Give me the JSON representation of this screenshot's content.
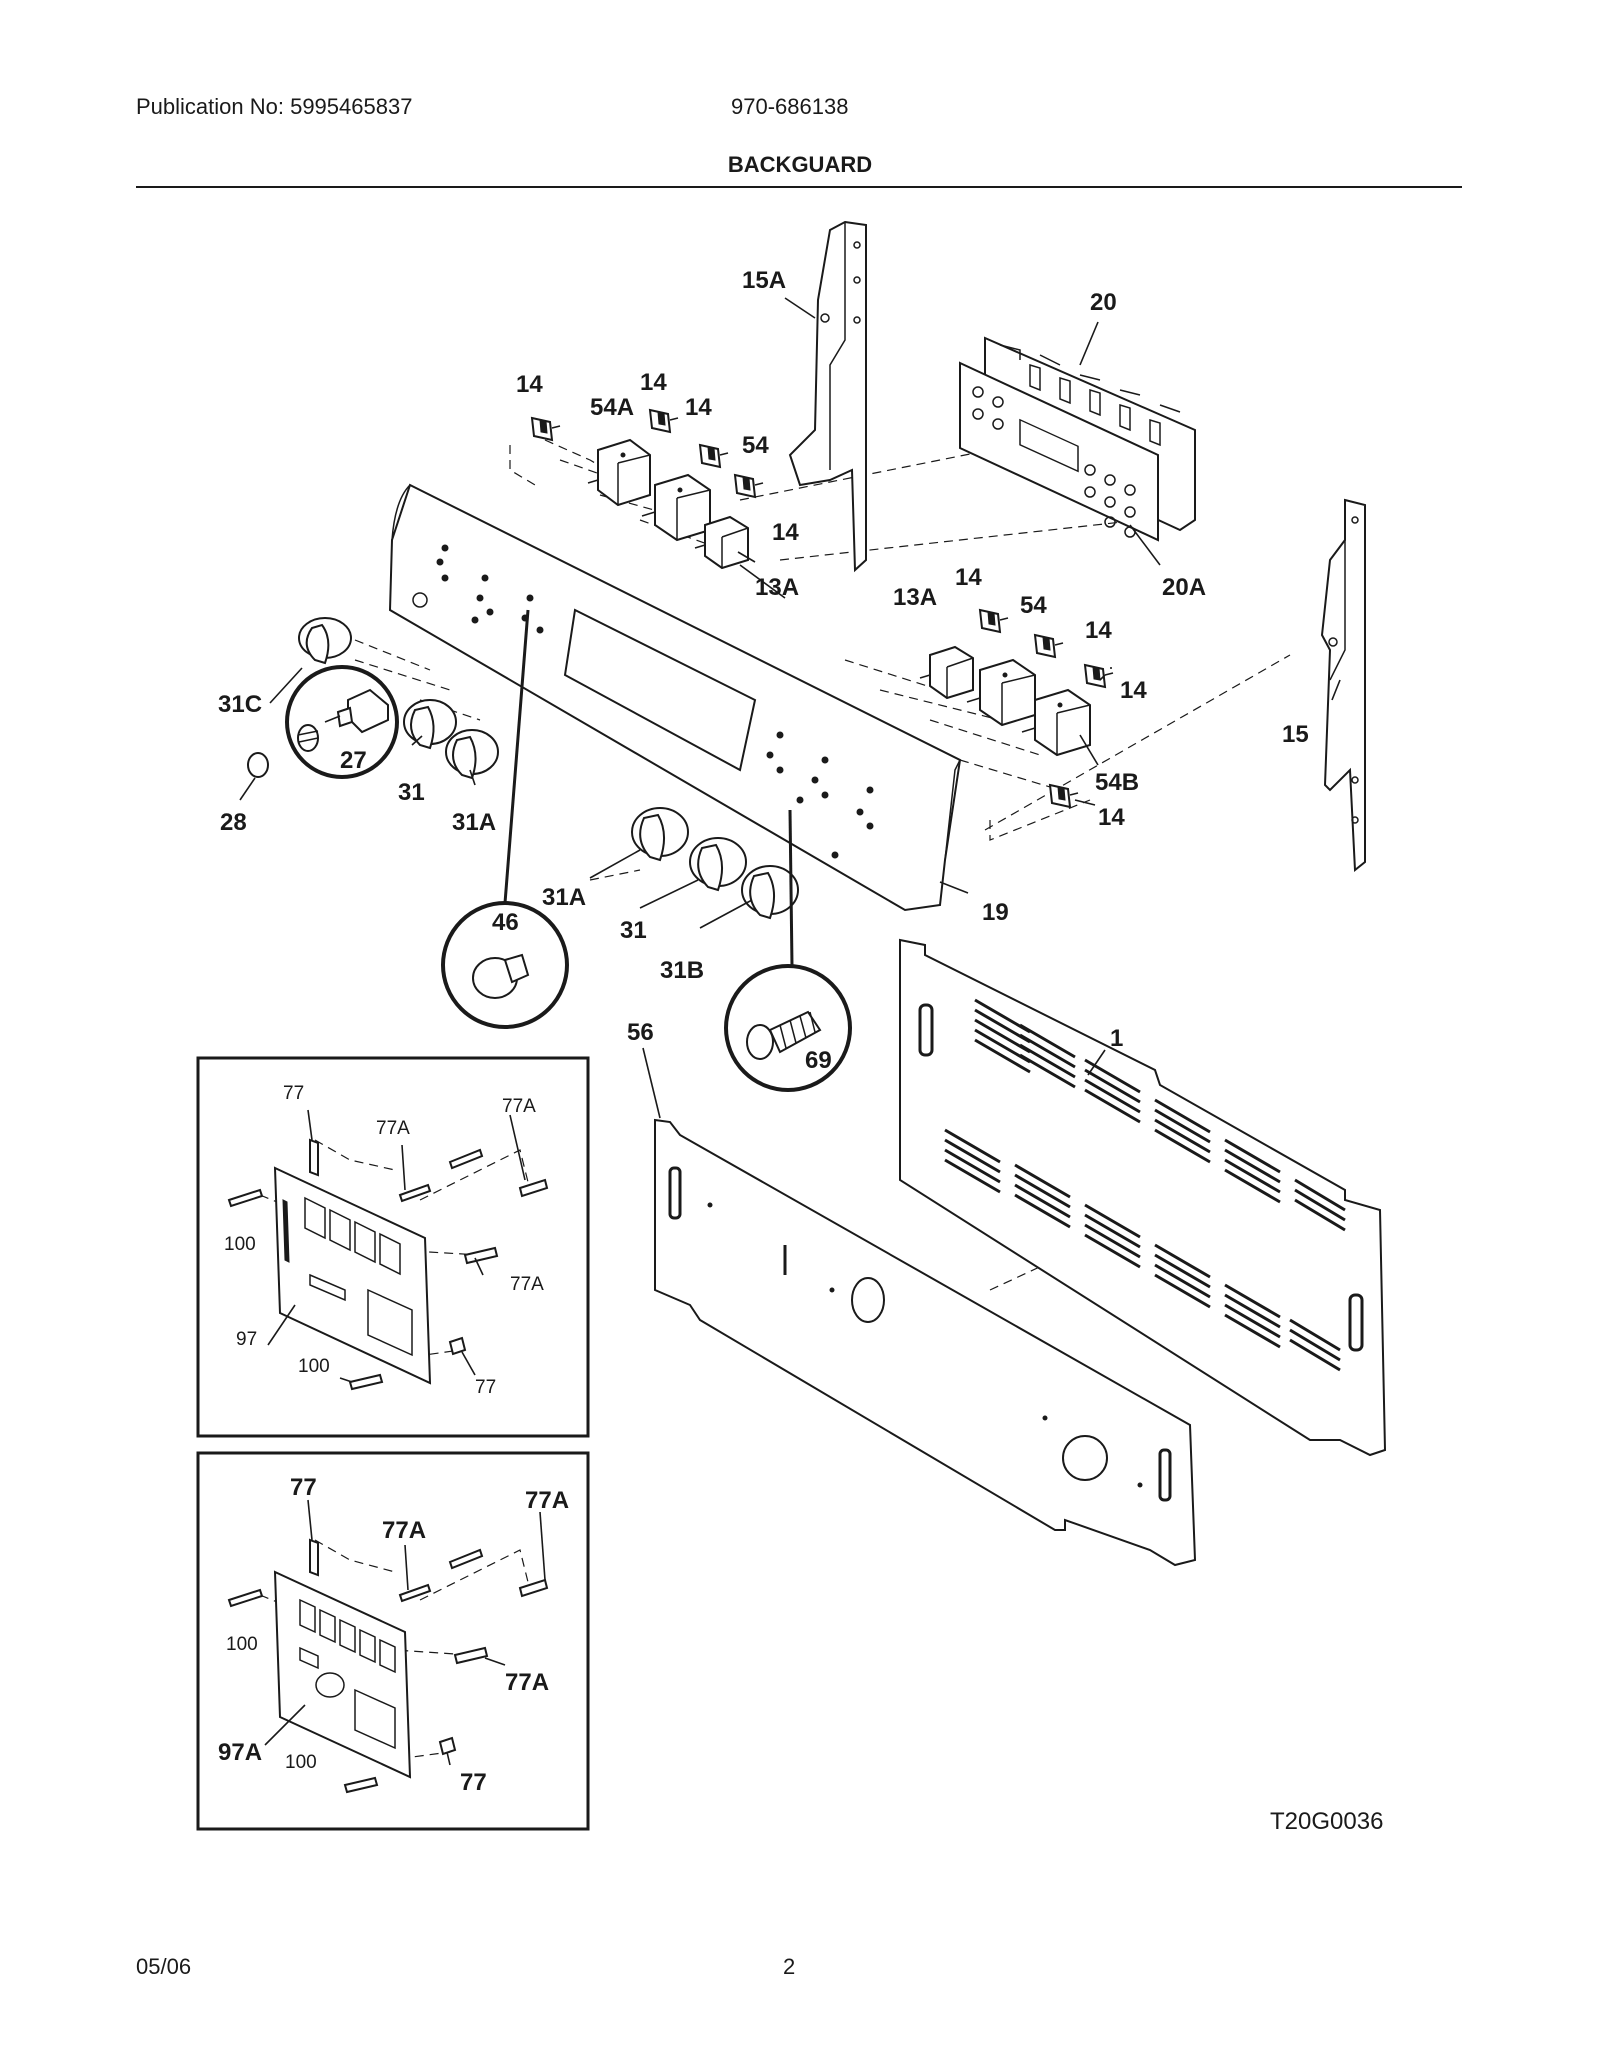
{
  "header": {
    "publication": "Publication No: 5995465837",
    "model": "970-686138",
    "title": "BACKGUARD"
  },
  "footer": {
    "date": "05/06",
    "page": "2"
  },
  "drawing_code": "T20G0036",
  "callouts": {
    "c15A": "15A",
    "c20": "20",
    "c14a": "14",
    "c14b": "14",
    "c54A": "54A",
    "c14c": "14",
    "c54": "54",
    "c14d": "14",
    "c13A": "13A",
    "c20A": "20A",
    "c14e": "14",
    "c13Ab": "13A",
    "c54b": "54",
    "c14f": "14",
    "c14g": "14",
    "c15": "15",
    "c54B": "54B",
    "c14h": "14",
    "c31C": "31C",
    "c27": "27",
    "c31": "31",
    "c31A": "31A",
    "c28": "28",
    "c46": "46",
    "c31Ab": "31A",
    "c31b": "31",
    "c31B": "31B",
    "c19": "19",
    "c69": "69",
    "c1": "1",
    "c56": "56"
  },
  "inset_top": {
    "c77": "77",
    "c77A1": "77A",
    "c77A2": "77A",
    "c100a": "100",
    "c77A3": "77A",
    "c97": "97",
    "c100b": "100",
    "c77b": "77"
  },
  "inset_bottom": {
    "c77": "77",
    "c77A1": "77A",
    "c77A2": "77A",
    "c100a": "100",
    "c77A3": "77A",
    "c97A": "97A",
    "c100b": "100",
    "c77b": "77"
  }
}
